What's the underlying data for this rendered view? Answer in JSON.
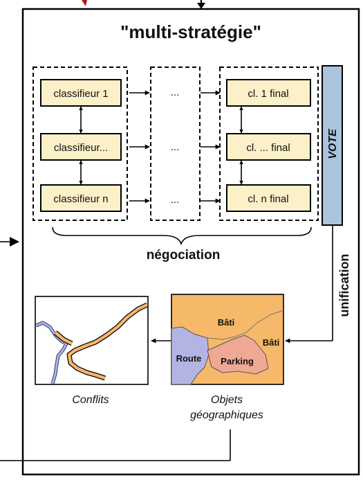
{
  "title": "\"multi-stratégie\"",
  "classifiers": [
    "classifieur 1",
    "classifieur...",
    "classifieur n"
  ],
  "ellipsis": [
    "...",
    "...",
    "..."
  ],
  "finals": [
    "cl. 1 final",
    "cl. ... final",
    "cl. n final"
  ],
  "vote_label": "VOTE",
  "negotiation_label": "négociation",
  "unification_label": "unification",
  "map_labels": {
    "bati_top": "Bâti",
    "bati_right": "Bâti",
    "route": "Route",
    "parking": "Parking"
  },
  "captions": {
    "conflicts": "Conflits",
    "objects_line1": "Objets",
    "objects_line2": "géographiques"
  },
  "colors": {
    "box_fill": "#fbf0c8",
    "vote_fill": "#a9c4dc",
    "bati": "#f6b96a",
    "route": "#b4b4e4",
    "parking": "#eea894",
    "road": "#f5b56a",
    "river": "#5a78c8",
    "arrow_red": "#b01818"
  }
}
